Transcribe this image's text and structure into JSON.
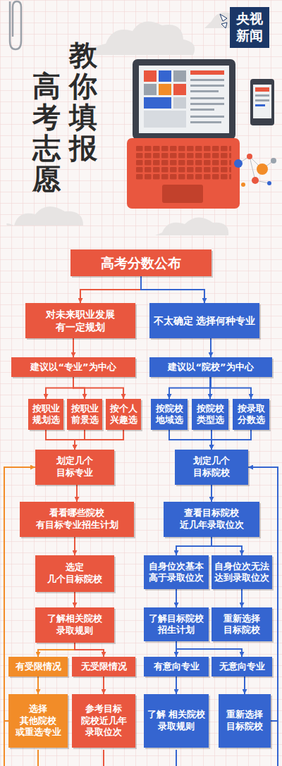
{
  "diagram": {
    "nodes": [
      {
        "text": [
          "高考分数公布"
        ]
      },
      {
        "text": [
          "对未来职业发展 有一定规划"
        ]
      },
      {
        "text": [
          "不太确定 选择何种专业"
        ]
      },
      {
        "text": [
          "建议以“专业”为中心"
        ]
      },
      {
        "text": [
          "建议以“院校”为中心"
        ]
      },
      {
        "text": [
          "按职业 规划选"
        ]
      },
      {
        "text": [
          "按职业 前景选"
        ]
      },
      {
        "text": [
          "按个人 兴趣选"
        ]
      },
      {
        "text": [
          "按院校 地域选"
        ]
      },
      {
        "text": [
          "按院校 类型选"
        ]
      },
      {
        "text": [
          "按录取 分数选"
        ]
      },
      {
        "text": [
          "划定几个 目标专业"
        ]
      },
      {
        "text": [
          "划定几个 目标院校"
        ]
      },
      {
        "text": [
          "看看哪些院校 有目标专业招生计划"
        ]
      },
      {
        "text": [
          "查看目标院校 近几年录取位次"
        ]
      },
      {
        "text": [
          "选定 几个目标院校"
        ]
      },
      {
        "text": [
          "自身位次基本 高于录取位次"
        ]
      },
      {
        "text": [
          "自身位次无法 达到录取位次"
        ]
      },
      {
        "text": [
          "了解相关院校 录取规则"
        ]
      },
      {
        "text": [
          "了解目标院校 招生计划"
        ]
      },
      {
        "text": [
          "重新选择 目标院校"
        ]
      },
      {
        "text": [
          "有受限情况"
        ]
      },
      {
        "text": [
          "无受限情况"
        ]
      },
      {
        "text": [
          "有意向专业"
        ]
      },
      {
        "text": [
          "无意向专业"
        ]
      },
      {
        "text": [
          "选择 其他院校 或重选专业"
        ]
      },
      {
        "text": [
          "参考目标 院校近几年 录取位次"
        ]
      },
      {
        "text": [
          "了解 相关院校 录取规则"
        ]
      },
      {
        "text": [
          "重新选择 目标院校"
        ]
      }
    ],
    "edges": [
      {
        "from": 0,
        "to": 1,
        "arrow": "to"
      },
      {
        "from": 0,
        "to": 2,
        "arrow": "to"
      },
      {
        "from": 1,
        "to": 3,
        "arrow": "to"
      },
      {
        "from": 2,
        "to": 4,
        "arrow": "to"
      },
      {
        "from": 3,
        "to": 5,
        "arrow": "to"
      },
      {
        "from": 3,
        "to": 6,
        "arrow": "to"
      },
      {
        "from": 3,
        "to": 7,
        "arrow": "to"
      },
      {
        "from": 4,
        "to": 8,
        "arrow": "to"
      },
      {
        "from": 4,
        "to": 9,
        "arrow": "to"
      },
      {
        "from": 4,
        "to": 10,
        "arrow": "to"
      },
      {
        "from": 5,
        "to": 11,
        "arrow": "to"
      },
      {
        "from": 6,
        "to": 11,
        "arrow": "to"
      },
      {
        "from": 7,
        "to": 11,
        "arrow": "to"
      },
      {
        "from": 8,
        "to": 12,
        "arrow": "to"
      },
      {
        "from": 9,
        "to": 12,
        "arrow": "to"
      },
      {
        "from": 10,
        "to": 12,
        "arrow": "to"
      },
      {
        "from": 11,
        "to": 13,
        "arrow": "to"
      },
      {
        "from": 13,
        "to": 15,
        "arrow": "to"
      },
      {
        "from": 15,
        "to": 18,
        "arrow": "to"
      },
      {
        "from": 18,
        "to": 21,
        "arrow": "to"
      },
      {
        "from": 18,
        "to": 22,
        "arrow": "to"
      },
      {
        "from": 21,
        "to": 25,
        "arrow": "to"
      },
      {
        "from": 22,
        "to": 26,
        "arrow": "to"
      },
      {
        "from": 25,
        "to": 11,
        "arrow": "to"
      },
      {
        "from": 12,
        "to": 14,
        "arrow": "to"
      },
      {
        "from": 14,
        "to": 16,
        "arrow": "to"
      },
      {
        "from": 14,
        "to": 17,
        "arrow": "to"
      },
      {
        "from": 16,
        "to": 19,
        "arrow": "to"
      },
      {
        "from": 17,
        "to": 20,
        "arrow": "to"
      },
      {
        "from": 19,
        "to": 23,
        "arrow": "to"
      },
      {
        "from": 19,
        "to": 24,
        "arrow": "to"
      },
      {
        "from": 23,
        "to": 27,
        "arrow": "to"
      },
      {
        "from": 24,
        "to": 28,
        "arrow": "to"
      },
      {
        "from": 28,
        "to": 12,
        "arrow": "to"
      }
    ],
    "labels": [
      "央视 新闻",
      "教你填报",
      "高考志愿"
    ]
  }
}
